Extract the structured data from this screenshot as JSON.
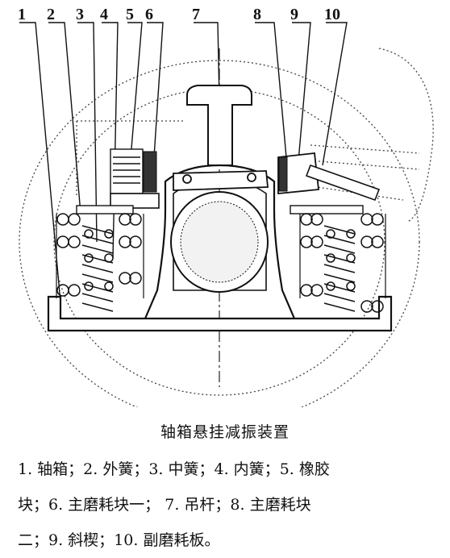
{
  "figure": {
    "callouts": [
      "1",
      "2",
      "3",
      "4",
      "5",
      "6",
      "7",
      "8",
      "9",
      "10"
    ]
  },
  "caption": {
    "title": "轴箱悬挂减振装置",
    "legend_lines": [
      [
        "1. 轴箱；",
        "2. 外簧；",
        "3. 中簧；",
        "4. 内簧；",
        "5. 橡胶"
      ],
      [
        "块；",
        "6. 主磨耗块一；",
        "7. 吊杆；",
        "8. 主磨耗块"
      ],
      [
        "二；",
        "9. 斜楔；",
        "10. 副磨耗板。"
      ]
    ]
  }
}
